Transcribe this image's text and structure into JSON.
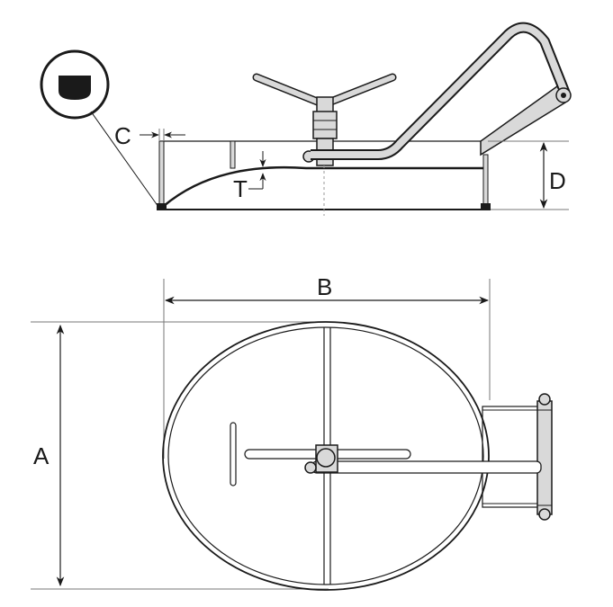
{
  "dimensions": {
    "a": "A",
    "b": "B",
    "c": "C",
    "d": "D",
    "t": "T"
  },
  "colors": {
    "line": "#1a1a1a",
    "fill": "#d9d9d9",
    "dark_fill": "#1a1a1a",
    "background": "#ffffff"
  }
}
